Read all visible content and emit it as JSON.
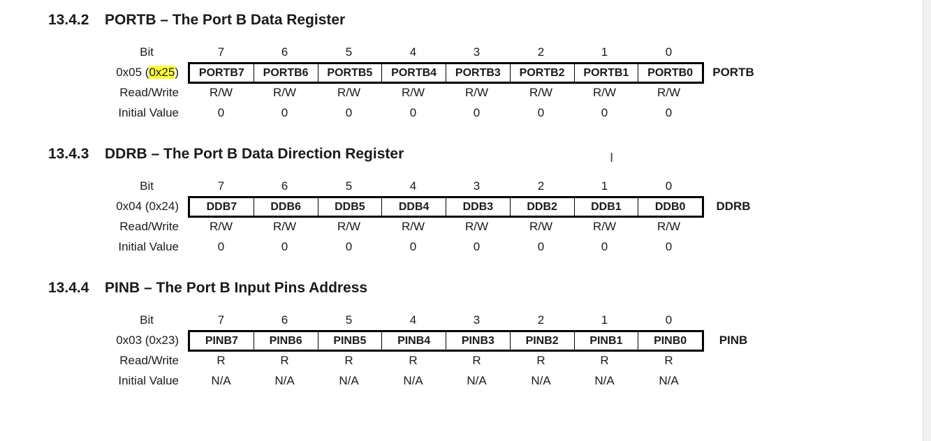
{
  "sections": [
    {
      "number": "13.4.2",
      "title": "PORTB – The Port B Data Register",
      "address_pre": "0x05 (",
      "address_hl": "0x25",
      "address_post": ")",
      "bit_label": "Bit",
      "rw_label": "Read/Write",
      "init_label": "Initial Value",
      "bits": [
        "7",
        "6",
        "5",
        "4",
        "3",
        "2",
        "1",
        "0"
      ],
      "cells": [
        "PORTB7",
        "PORTB6",
        "PORTB5",
        "PORTB4",
        "PORTB3",
        "PORTB2",
        "PORTB1",
        "PORTB0"
      ],
      "access": [
        "R/W",
        "R/W",
        "R/W",
        "R/W",
        "R/W",
        "R/W",
        "R/W",
        "R/W"
      ],
      "initial": [
        "0",
        "0",
        "0",
        "0",
        "0",
        "0",
        "0",
        "0"
      ],
      "register": "PORTB"
    },
    {
      "number": "13.4.3",
      "title": "DDRB – The Port B Data Direction Register",
      "address_pre": "0x04 (0x24)",
      "address_hl": "",
      "address_post": "",
      "bit_label": "Bit",
      "rw_label": "Read/Write",
      "init_label": "Initial Value",
      "bits": [
        "7",
        "6",
        "5",
        "4",
        "3",
        "2",
        "1",
        "0"
      ],
      "cells": [
        "DDB7",
        "DDB6",
        "DDB5",
        "DDB4",
        "DDB3",
        "DDB2",
        "DDB1",
        "DDB0"
      ],
      "access": [
        "R/W",
        "R/W",
        "R/W",
        "R/W",
        "R/W",
        "R/W",
        "R/W",
        "R/W"
      ],
      "initial": [
        "0",
        "0",
        "0",
        "0",
        "0",
        "0",
        "0",
        "0"
      ],
      "register": "DDRB"
    },
    {
      "number": "13.4.4",
      "title": "PINB – The Port B Input Pins Address",
      "address_pre": "0x03 (0x23)",
      "address_hl": "",
      "address_post": "",
      "bit_label": "Bit",
      "rw_label": "Read/Write",
      "init_label": "Initial Value",
      "bits": [
        "7",
        "6",
        "5",
        "4",
        "3",
        "2",
        "1",
        "0"
      ],
      "cells": [
        "PINB7",
        "PINB6",
        "PINB5",
        "PINB4",
        "PINB3",
        "PINB2",
        "PINB1",
        "PINB0"
      ],
      "access": [
        "R",
        "R",
        "R",
        "R",
        "R",
        "R",
        "R",
        "R"
      ],
      "initial": [
        "N/A",
        "N/A",
        "N/A",
        "N/A",
        "N/A",
        "N/A",
        "N/A",
        "N/A"
      ],
      "register": "PINB"
    }
  ],
  "colors": {
    "highlight": "#ffff33",
    "text": "#1a1a1a",
    "border": "#000000"
  },
  "cursor_icon": "text-cursor-icon"
}
